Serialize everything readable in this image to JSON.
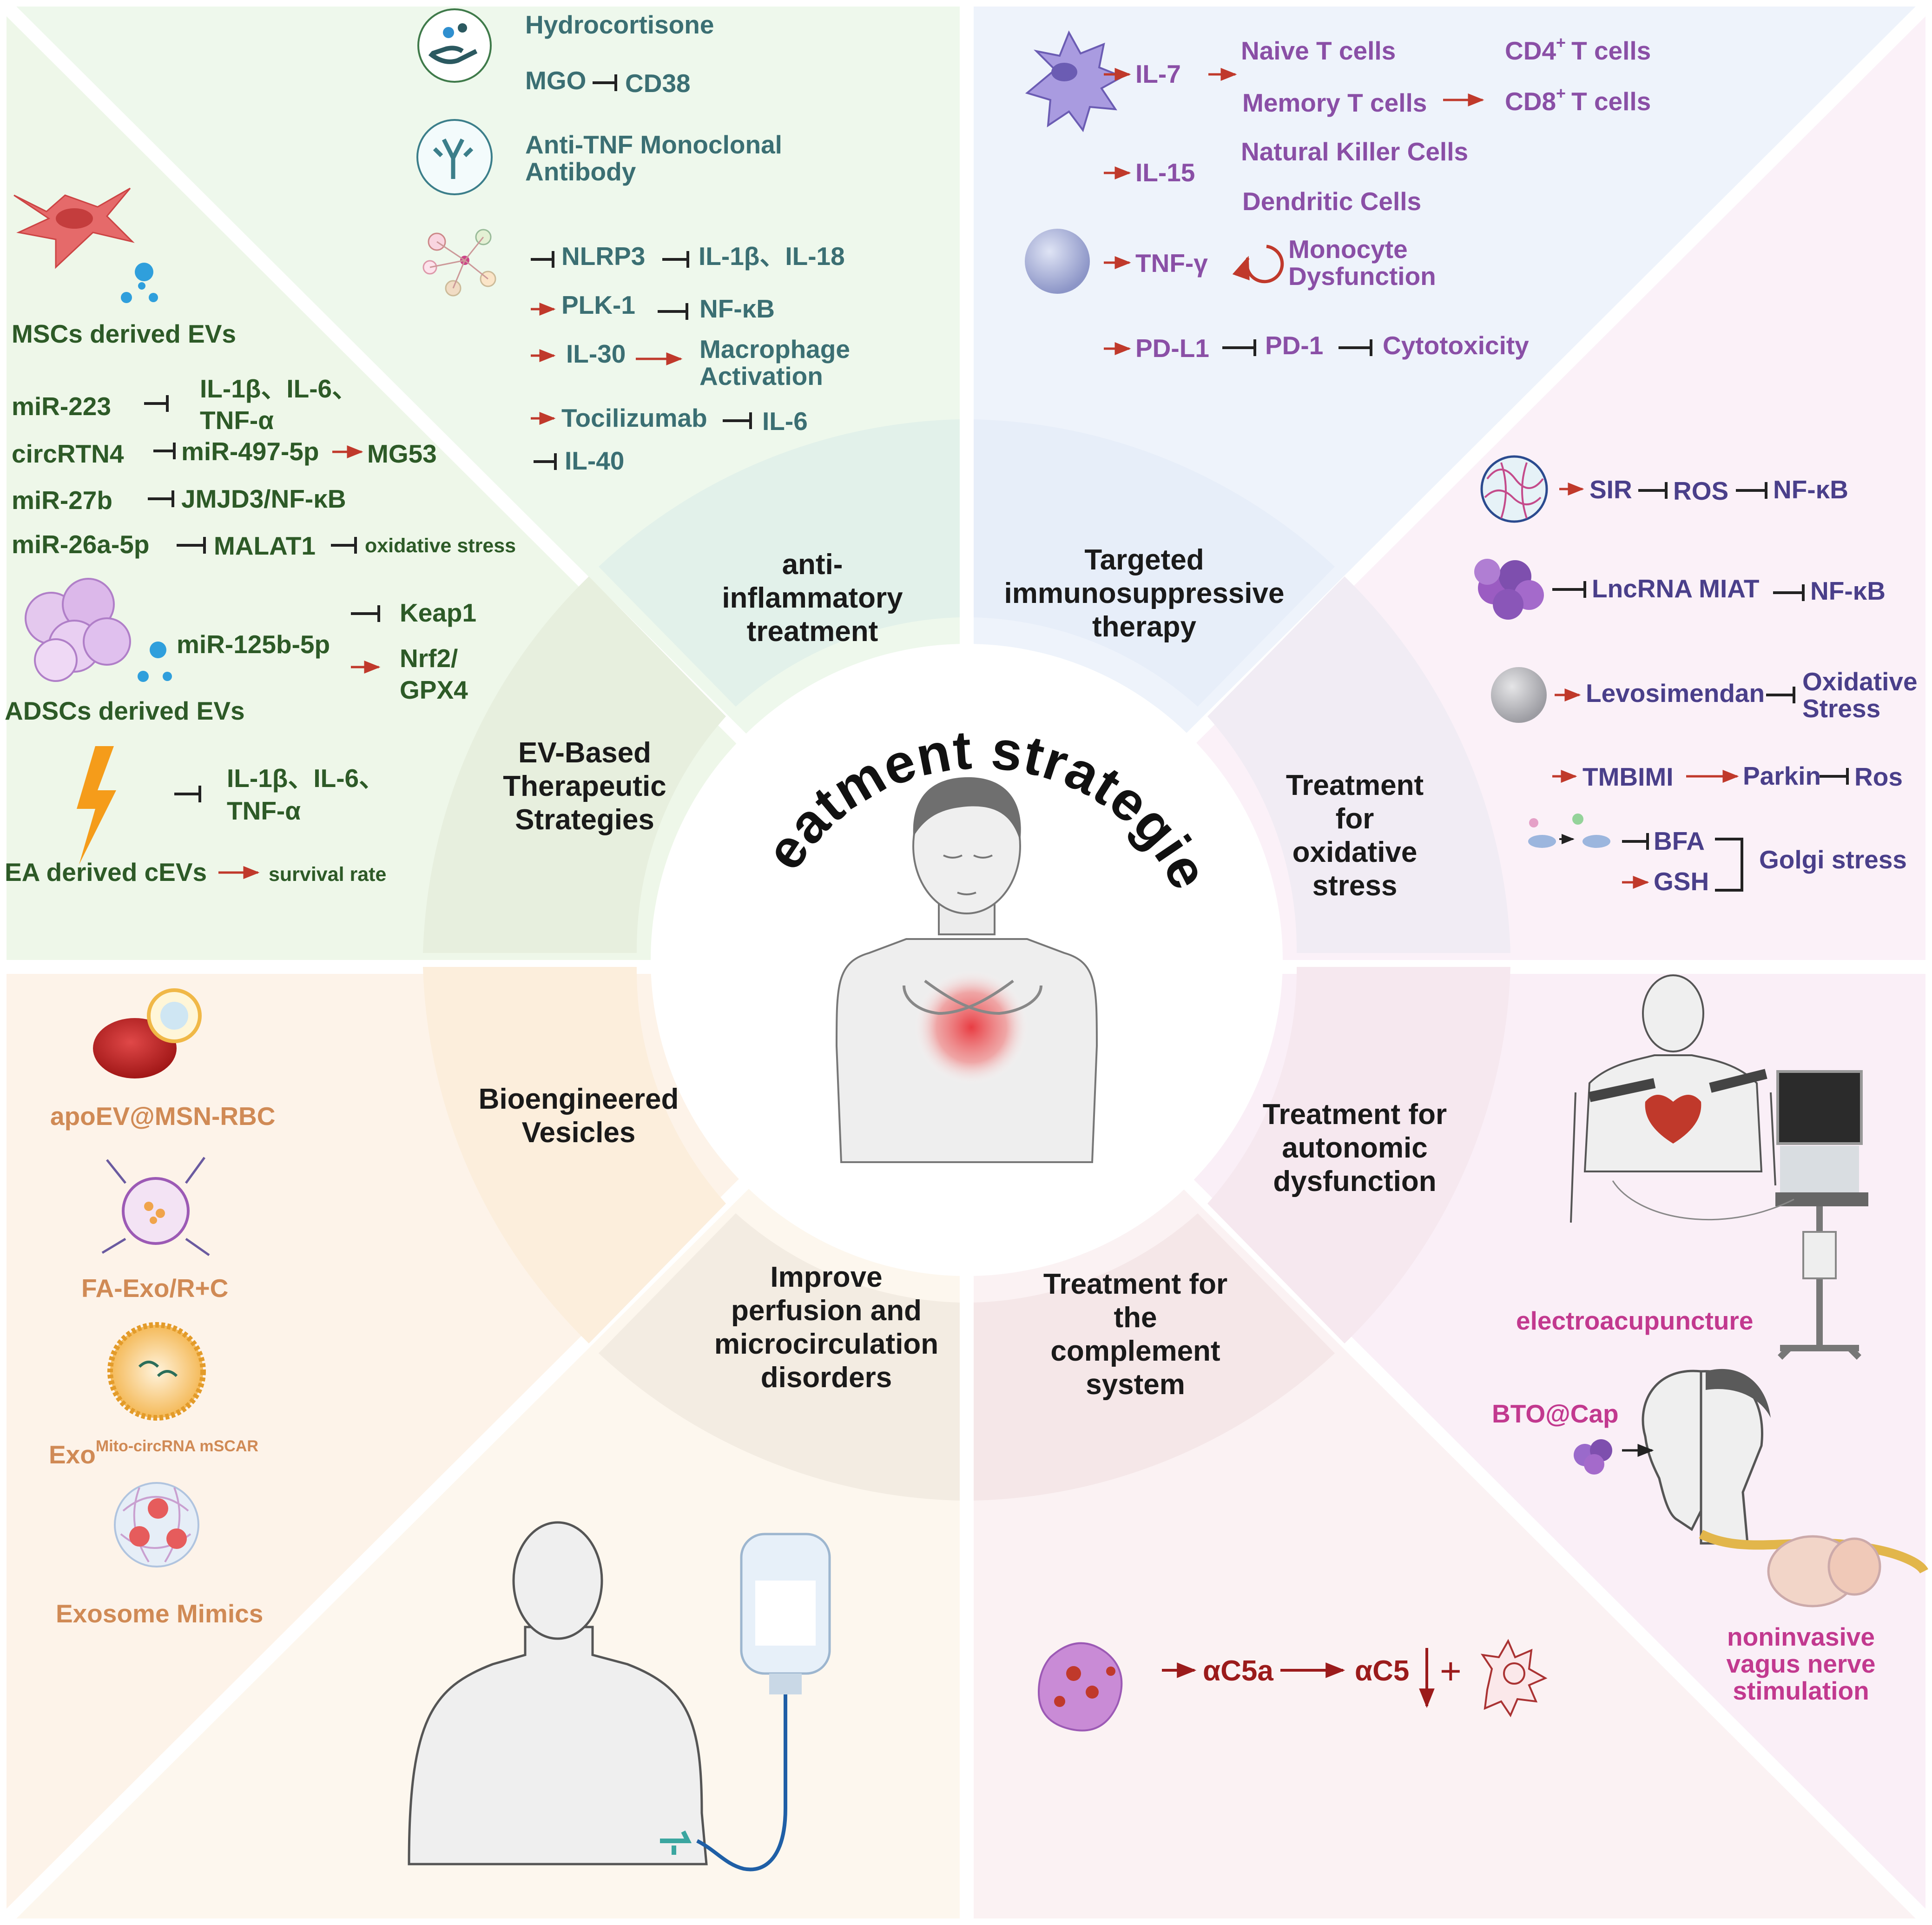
{
  "center": {
    "title": "Treatment strategies"
  },
  "colors": {
    "teal_text": "#3b6f73",
    "green_text": "#2d5a27",
    "purple_text": "#8a4fa6",
    "indigo_text": "#4a3f8a",
    "orange_text": "#d08a55",
    "magenta_text": "#c2398f",
    "darkred_text": "#9b1b1b",
    "arrow_red": "#c0392b",
    "inhibit": "#222222"
  },
  "segments": {
    "anti_inflammatory": {
      "label": [
        "anti-",
        "inflammatory",
        "treatment"
      ]
    },
    "immunosuppressive": {
      "label": [
        "Targeted",
        "immunosuppressive",
        "therapy"
      ]
    },
    "oxidative": {
      "label": [
        "Treatment",
        "for",
        "oxidative",
        "stress"
      ]
    },
    "autonomic": {
      "label": [
        "Treatment for",
        "autonomic",
        "dysfunction"
      ]
    },
    "complement": {
      "label": [
        "Treatment for",
        "the",
        "complement",
        "system"
      ]
    },
    "perfusion": {
      "label": [
        "Improve",
        "perfusion and",
        "microcirculation",
        "disorders"
      ]
    },
    "bioengineered": {
      "label": [
        "Bioengineered",
        "Vesicles"
      ]
    },
    "ev_based": {
      "label": [
        "EV-Based",
        "Therapeutic",
        "Strategies"
      ]
    }
  },
  "anti_inflammatory_panel": {
    "hydrocortisone": "Hydrocortisone",
    "mgo": "MGO",
    "cd38": "CD38",
    "anti_tnf": [
      "Anti-TNF Monoclonal",
      "Antibody"
    ],
    "nlrp3": "NLRP3",
    "il1b_il18": "IL-1β、IL-18",
    "plk1": "PLK-1",
    "nfkb": "NF-κB",
    "il30": "IL-30",
    "macrophage": [
      "Macrophage",
      "Activation"
    ],
    "tocilizumab": "Tocilizumab",
    "il6": "IL-6",
    "il40": "IL-40"
  },
  "immuno_panel": {
    "il7": "IL-7",
    "naive_t": "Naive T cells",
    "memory_t": "Memory T cells",
    "cd4": "CD4",
    "cd8": "CD8",
    "sup": "+",
    "t_cells": "T cells",
    "il15": "IL-15",
    "nk_cells": "Natural Killer Cells",
    "dendritic": "Dendritic Cells",
    "tnf_gamma": "TNF-γ",
    "monocyte": [
      "Monocyte",
      "Dysfunction"
    ],
    "pdl1": "PD-L1",
    "pd1": "PD-1",
    "cytotoxicity": "Cytotoxicity"
  },
  "oxidative_panel": {
    "sir": "SIR",
    "ros": "ROS",
    "nfkb": "NF-κB",
    "lncrna": "LncRNA MIAT",
    "nfkb2": "NF-κB",
    "levosimendan": "Levosimendan",
    "oxidative_stress": [
      "Oxidative",
      "Stress"
    ],
    "tmbimi": "TMBIMI",
    "parkin": "Parkin",
    "ros2": "Ros",
    "bfa": "BFA",
    "gsh": "GSH",
    "golgi": "Golgi stress"
  },
  "ev_panel": {
    "mscs": "MSCs derived EVs",
    "mir223": "miR-223",
    "mir223_t1": "IL-1β、IL-6、",
    "mir223_t2": "TNF-α",
    "circrtn4": "circRTN4",
    "mir497": "miR-497-5p",
    "mg53": "MG53",
    "mir27b": "miR-27b",
    "jmjd3": "JMJD3/NF-κB",
    "mir26a": "miR-26a-5p",
    "malat1": "MALAT1",
    "oxstress": "oxidative stress",
    "mir125b": "miR-125b-5p",
    "keap1": "Keap1",
    "nrf2": [
      "Nrf2/",
      "GPX4"
    ],
    "adscs": "ADSCs derived EVs",
    "ea_t1": "IL-1β、IL-6、",
    "ea_t2": "TNF-α",
    "ea": "EA derived cEVs",
    "survival": "survival rate"
  },
  "bio_panel": {
    "apoev": "apoEV@MSN-RBC",
    "faexo": "FA-Exo/R+C",
    "exo": "Exo",
    "exo_sup": "Mito-circRNA mSCAR",
    "mimics": "Exosome Mimics"
  },
  "autonomic_panel": {
    "electro": "electroacupuncture",
    "bto": "BTO@Cap",
    "vagus": [
      "noninvasive",
      "vagus nerve",
      "stimulation"
    ]
  },
  "complement_panel": {
    "c5a": "αC5a",
    "c5": "αC5",
    "plus": "+"
  }
}
